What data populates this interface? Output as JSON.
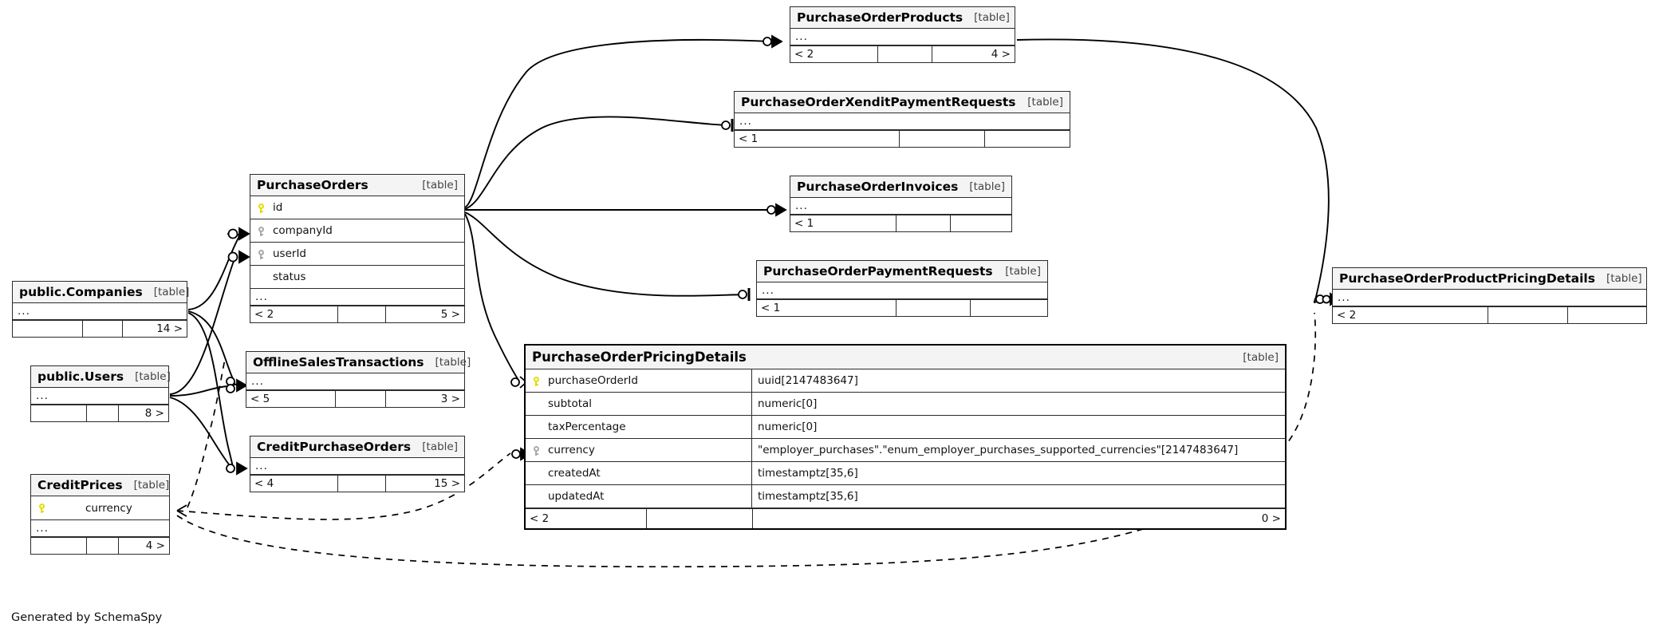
{
  "diagram": {
    "caption": "Generated by SchemaSpy",
    "table_tag": "[table]",
    "ellipsis": "...",
    "colors": {
      "pk_key": "#e3dd00",
      "fk_key": "#a9a9a9",
      "header_bg": "#f4f4f4",
      "border": "#2b2b2b"
    }
  },
  "tables": [
    {
      "id": "purchase-order-products",
      "name": "PurchaseOrderProducts",
      "tag": "[table]",
      "columns": [],
      "ellipsis": "...",
      "footer": {
        "left": "< 2",
        "mid": "",
        "right": "4 >"
      }
    },
    {
      "id": "purchase-order-xendit-payment-requests",
      "name": "PurchaseOrderXenditPaymentRequests",
      "tag": "[table]",
      "columns": [],
      "ellipsis": "...",
      "footer": {
        "left": "< 1",
        "mid": "",
        "right": ""
      }
    },
    {
      "id": "purchase-order-invoices",
      "name": "PurchaseOrderInvoices",
      "tag": "[table]",
      "columns": [],
      "ellipsis": "...",
      "footer": {
        "left": "< 1",
        "mid": "",
        "right": ""
      }
    },
    {
      "id": "purchase-order-payment-requests",
      "name": "PurchaseOrderPaymentRequests",
      "tag": "[table]",
      "columns": [],
      "ellipsis": "...",
      "footer": {
        "left": "< 1",
        "mid": "",
        "right": ""
      }
    },
    {
      "id": "purchase-orders",
      "name": "PurchaseOrders",
      "tag": "[table]",
      "columns": [
        {
          "key": "pk",
          "name": "id",
          "type": ""
        },
        {
          "key": "fk",
          "name": "companyId",
          "type": ""
        },
        {
          "key": "fk",
          "name": "userId",
          "type": ""
        },
        {
          "key": "none",
          "name": "status",
          "type": ""
        }
      ],
      "ellipsis": "...",
      "footer": {
        "left": "< 2",
        "mid": "",
        "right": "5 >"
      }
    },
    {
      "id": "public-companies",
      "name": "public.Companies",
      "tag": "[table]",
      "columns": [],
      "ellipsis": "...",
      "footer": {
        "left": "",
        "mid": "",
        "right": "14 >"
      }
    },
    {
      "id": "public-users",
      "name": "public.Users",
      "tag": "[table]",
      "columns": [],
      "ellipsis": "...",
      "footer": {
        "left": "",
        "mid": "",
        "right": "8 >"
      }
    },
    {
      "id": "offline-sales-transactions",
      "name": "OfflineSalesTransactions",
      "tag": "[table]",
      "columns": [],
      "ellipsis": "...",
      "footer": {
        "left": "< 5",
        "mid": "",
        "right": "3 >"
      }
    },
    {
      "id": "credit-purchase-orders",
      "name": "CreditPurchaseOrders",
      "tag": "[table]",
      "columns": [],
      "ellipsis": "...",
      "footer": {
        "left": "< 4",
        "mid": "",
        "right": "15 >"
      }
    },
    {
      "id": "credit-prices",
      "name": "CreditPrices",
      "tag": "[table]",
      "columns": [
        {
          "key": "pk",
          "name": "currency",
          "type": ""
        }
      ],
      "ellipsis": "...",
      "footer": {
        "left": "",
        "mid": "",
        "right": "4 >"
      }
    },
    {
      "id": "purchase-order-pricing-details",
      "name": "PurchaseOrderPricingDetails",
      "tag": "[table]",
      "columns": [
        {
          "key": "pk",
          "name": "purchaseOrderId",
          "type": "uuid[2147483647]"
        },
        {
          "key": "none",
          "name": "subtotal",
          "type": "numeric[0]"
        },
        {
          "key": "none",
          "name": "taxPercentage",
          "type": "numeric[0]"
        },
        {
          "key": "fk",
          "name": "currency",
          "type": "\"employer_purchases\".\"enum_employer_purchases_supported_currencies\"[2147483647]"
        },
        {
          "key": "none",
          "name": "createdAt",
          "type": "timestamptz[35,6]"
        },
        {
          "key": "none",
          "name": "updatedAt",
          "type": "timestamptz[35,6]"
        }
      ],
      "ellipsis": "",
      "footer": {
        "left": "< 2",
        "mid": "",
        "right": "0 >"
      }
    },
    {
      "id": "purchase-order-product-pricing-details",
      "name": "PurchaseOrderProductPricingDetails",
      "tag": "[table]",
      "columns": [],
      "ellipsis": "...",
      "footer": {
        "left": "< 2",
        "mid": "",
        "right": ""
      }
    }
  ]
}
